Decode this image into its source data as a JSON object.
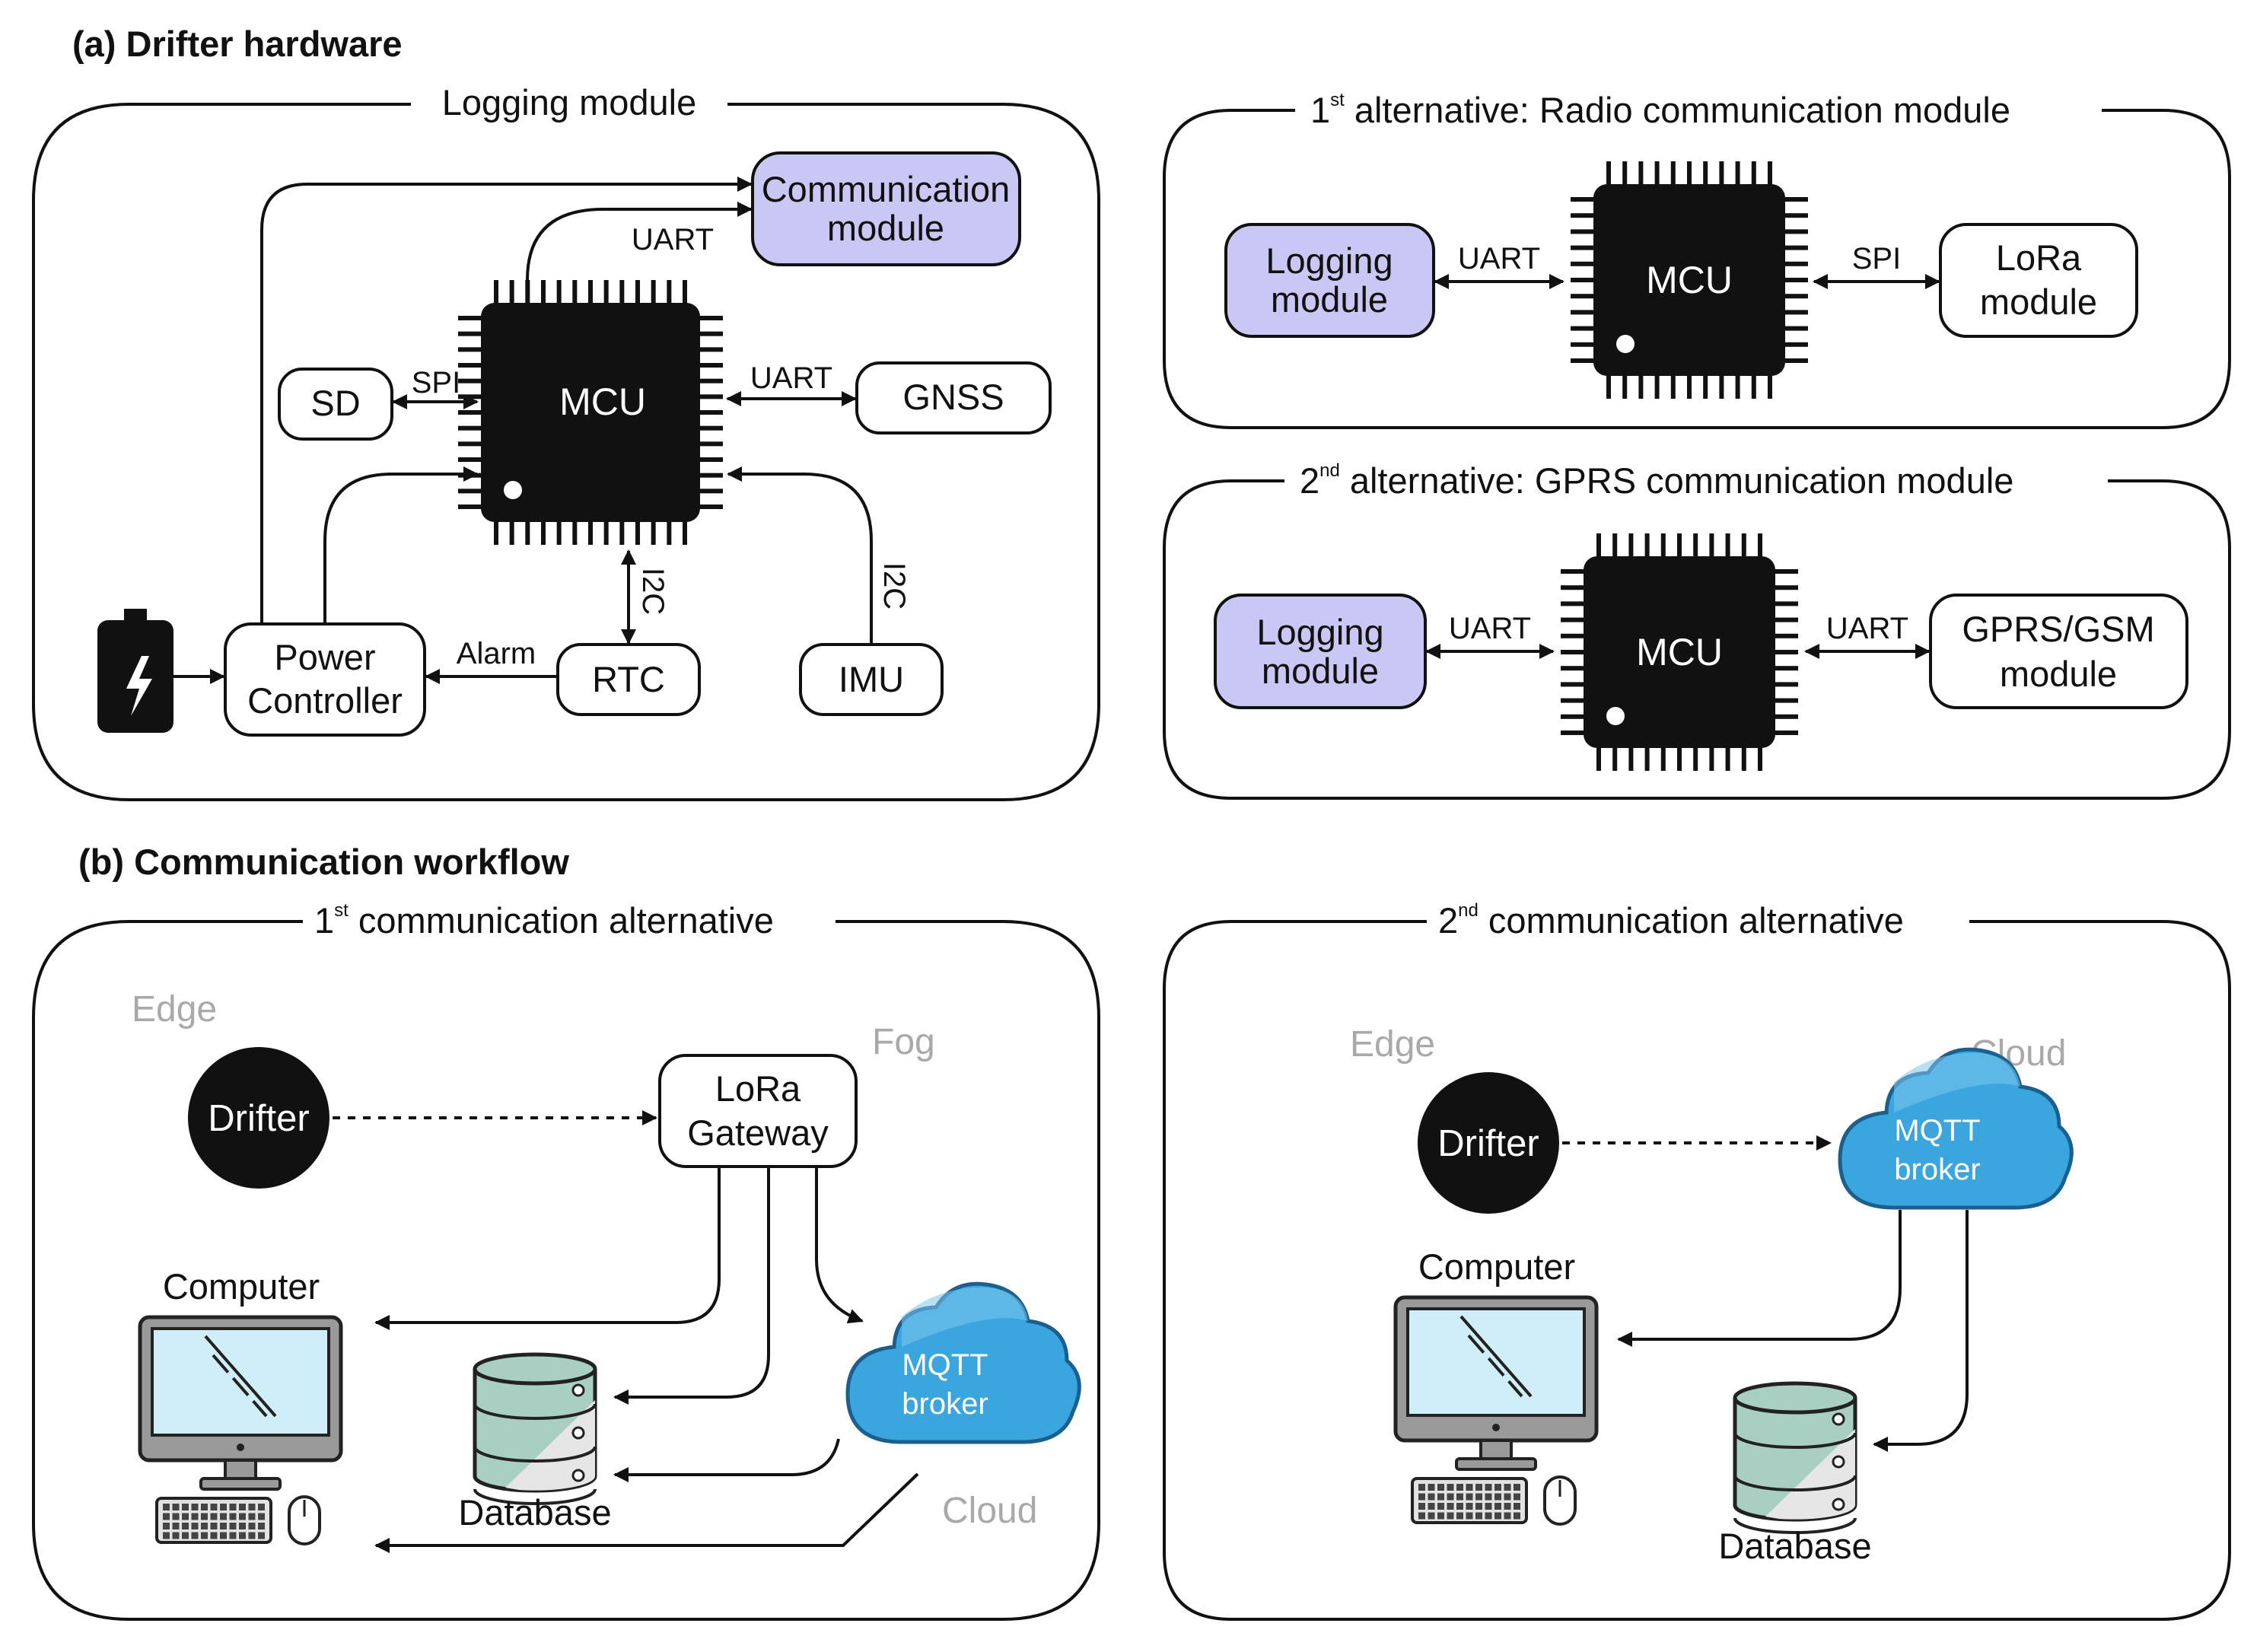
{
  "section_a": {
    "title": "(a) Drifter hardware",
    "logging_group": {
      "title": "Logging module",
      "communication_module": [
        "Communication",
        "module"
      ],
      "mcu": "MCU",
      "sd": "SD",
      "gnss": "GNSS",
      "power_controller": [
        "Power",
        "Controller"
      ],
      "rtc": "RTC",
      "imu": "IMU",
      "bus_spi": "SPI",
      "bus_uart_gnss": "UART",
      "bus_uart_comm": "UART",
      "bus_i2c_rtc": "I2C",
      "bus_i2c_imu": "I2C",
      "alarm": "Alarm"
    },
    "radio_group": {
      "title_pre": "1",
      "title_sup": "st",
      "title_post": " alternative: Radio communication module",
      "logging_module": [
        "Logging",
        "module"
      ],
      "mcu": "MCU",
      "lora_module": [
        "LoRa",
        "module"
      ],
      "bus_left": "UART",
      "bus_right": "SPI"
    },
    "gprs_group": {
      "title_pre": "2",
      "title_sup": "nd",
      "title_post": " alternative: GPRS communication module",
      "logging_module": [
        "Logging",
        "module"
      ],
      "mcu": "MCU",
      "gprs_module": [
        "GPRS/GSM",
        "module"
      ],
      "bus_left": "UART",
      "bus_right": "UART"
    }
  },
  "section_b": {
    "title": "(b) Communication workflow",
    "alt1": {
      "title_pre": "1",
      "title_sup": "st",
      "title_post": " communication alternative",
      "edge": "Edge",
      "fog": "Fog",
      "cloud": "Cloud",
      "drifter": "Drifter",
      "gateway": [
        "LoRa",
        "Gateway"
      ],
      "broker": [
        "MQTT",
        "broker"
      ],
      "computer": "Computer",
      "database": "Database"
    },
    "alt2": {
      "title_pre": "2",
      "title_sup": "nd",
      "title_post": " communication alternative",
      "edge": "Edge",
      "cloud": "Cloud",
      "drifter": "Drifter",
      "broker": [
        "MQTT",
        "broker"
      ],
      "computer": "Computer",
      "database": "Database"
    }
  },
  "colors": {
    "module_fill": "#c9c8f5",
    "cloud_fill": "#3aa6dd",
    "cloud_stroke": "#1b5f8f",
    "screen_fill": "#cfeef8",
    "db_fill": "#a9cfc3",
    "tier_label": "#a9a9a9"
  }
}
